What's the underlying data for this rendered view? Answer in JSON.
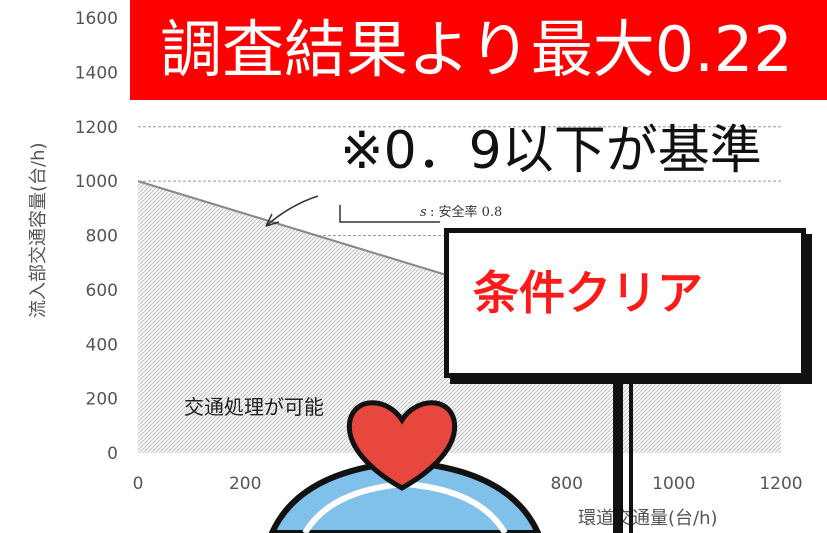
{
  "chart_data": {
    "type": "area",
    "ylabel": "流入部交通容量(台/h)",
    "xlabel": "環道交通量(台/h)",
    "x_ticks": [
      "0",
      "200",
      "800",
      "1000",
      "1200"
    ],
    "y_ticks": [
      "0",
      "200",
      "400",
      "600",
      "800",
      "1000",
      "1200",
      "1400",
      "1600"
    ],
    "xlim": [
      0,
      1200
    ],
    "ylim": [
      0,
      1600
    ],
    "grid": true,
    "series": [
      {
        "x": [
          0,
          200,
          400,
          600,
          800,
          1000,
          1200
        ],
        "y": [
          1000,
          880,
          760,
          640,
          520,
          400,
          280
        ]
      }
    ],
    "annotations": {
      "feasible_region": "交通処理が可能",
      "note_symbol": "s",
      "note_text": ": 安全率 0.8"
    }
  },
  "overlay": {
    "banner_text": "調査結果より最大0.22",
    "banner_color": "#ff0000",
    "sub_text": "※0．9以下が基準",
    "sign_text": "条件クリア",
    "sign_color": "#ff1a1a",
    "mascot_heart_color": "#e8473e",
    "mascot_body_color": "#7fc1ea"
  }
}
